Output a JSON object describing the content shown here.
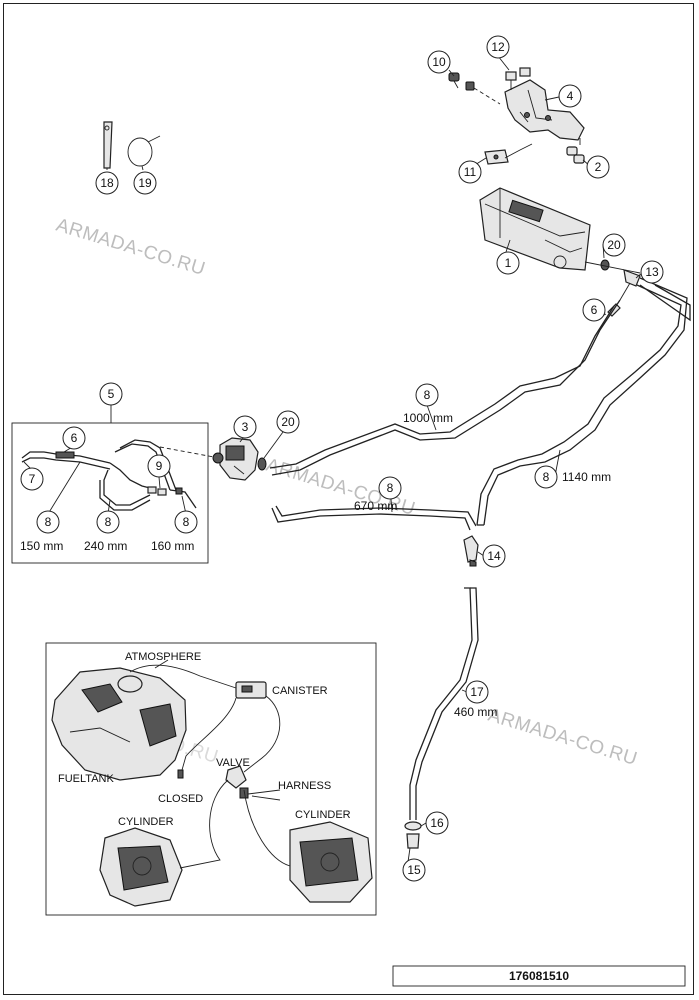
{
  "watermark": "ARMADA-CO.RU",
  "reference_number": "176081510",
  "callouts": {
    "c1": "1",
    "c2": "2",
    "c3": "3",
    "c4": "4",
    "c5": "5",
    "c6a": "6",
    "c6b": "6",
    "c7": "7",
    "c8a": "8",
    "c8b": "8",
    "c8c": "8",
    "c8d": "8",
    "c8e": "8",
    "c8f": "8",
    "c9": "9",
    "c10": "10",
    "c11": "11",
    "c12": "12",
    "c13": "13",
    "c14": "14",
    "c15": "15",
    "c16": "16",
    "c17": "17",
    "c18": "18",
    "c19": "19",
    "c20a": "20",
    "c20b": "20"
  },
  "hose_lengths": {
    "h1000": "1000 mm",
    "h1140": "1140 mm",
    "h670": "670 mm",
    "h460": "460 mm",
    "h150": "150 mm",
    "h240": "240 mm",
    "h160": "160 mm"
  },
  "schematic": {
    "atmosphere": "ATMOSPHERE",
    "canister": "CANISTER",
    "fueltank": "FUELTANK",
    "valve": "VALVE",
    "harness": "HARNESS",
    "closed": "CLOSED",
    "cylinder_left": "CYLINDER",
    "cylinder_right": "CYLINDER"
  }
}
